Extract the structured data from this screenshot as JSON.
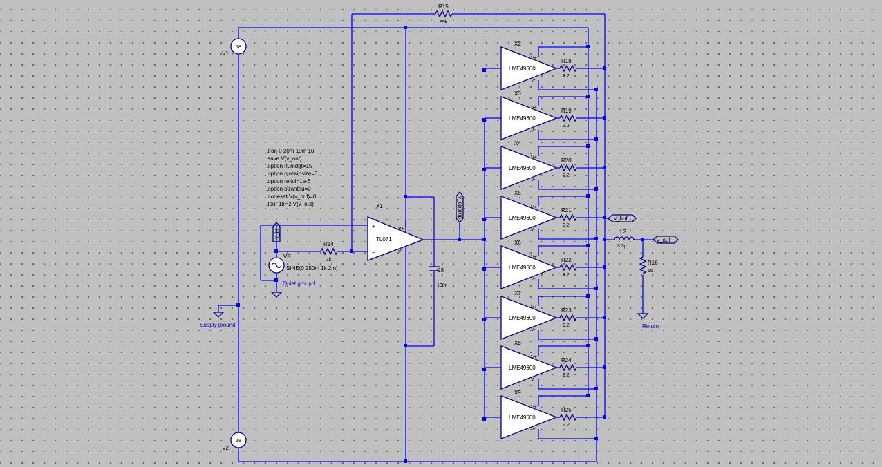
{
  "directives": [
    ".tran 0 20m 10m 1u",
    ".save V(v_out)",
    ".option numdgt=15",
    ".option plotwinsize=0",
    ".option reltol=1e-6",
    ".option ptrantau=0",
    ".nodeset V(v_buf)=0",
    ".four 1kHz V(v_out)"
  ],
  "supplies": {
    "v1": {
      "name": "V1",
      "value": "18"
    },
    "v2": {
      "name": "V2",
      "value": "18"
    }
  },
  "source": {
    "name": "V3",
    "value": "SINE(0 250m 1k 2m)"
  },
  "opamp": {
    "name": "X1",
    "model": "TL071",
    "pin_plus": "+",
    "pin_minus": "−",
    "pin_vp": "V+",
    "pin_vn": "V-"
  },
  "r14": {
    "name": "R14",
    "value": "1k"
  },
  "r15": {
    "name": "R15",
    "value": "39k"
  },
  "r16": {
    "name": "R16",
    "value": "16"
  },
  "c5": {
    "name": "C5",
    "value": "100n"
  },
  "l2": {
    "name": "L2",
    "value": "3.3µ"
  },
  "buffers": [
    {
      "name": "X2",
      "model": "LME49600",
      "r_name": "R18",
      "r_value": "2.2"
    },
    {
      "name": "X3",
      "model": "LME49600",
      "r_name": "R19",
      "r_value": "2.2"
    },
    {
      "name": "X4",
      "model": "LME49600",
      "r_name": "R20",
      "r_value": "2.2"
    },
    {
      "name": "X5",
      "model": "LME49600",
      "r_name": "R21",
      "r_value": "2.2"
    },
    {
      "name": "X6",
      "model": "LME49600",
      "r_name": "R22",
      "r_value": "2.2"
    },
    {
      "name": "X7",
      "model": "LME49600",
      "r_name": "R23",
      "r_value": "2.2"
    },
    {
      "name": "X8",
      "model": "LME49600",
      "r_name": "R24",
      "r_value": "2.2"
    },
    {
      "name": "X9",
      "model": "LME49600",
      "r_name": "R25",
      "r_value": "2.2"
    }
  ],
  "buffer_pins": {
    "vp": "V+",
    "vn": "V-"
  },
  "net_labels": {
    "v_in": "v_in",
    "v_opamp": "v_opamp",
    "v_buf": "v_buf",
    "v_out": "v_out"
  },
  "grounds": {
    "quiet": "Quiet ground",
    "supply": "Supply ground",
    "return": "Return"
  }
}
